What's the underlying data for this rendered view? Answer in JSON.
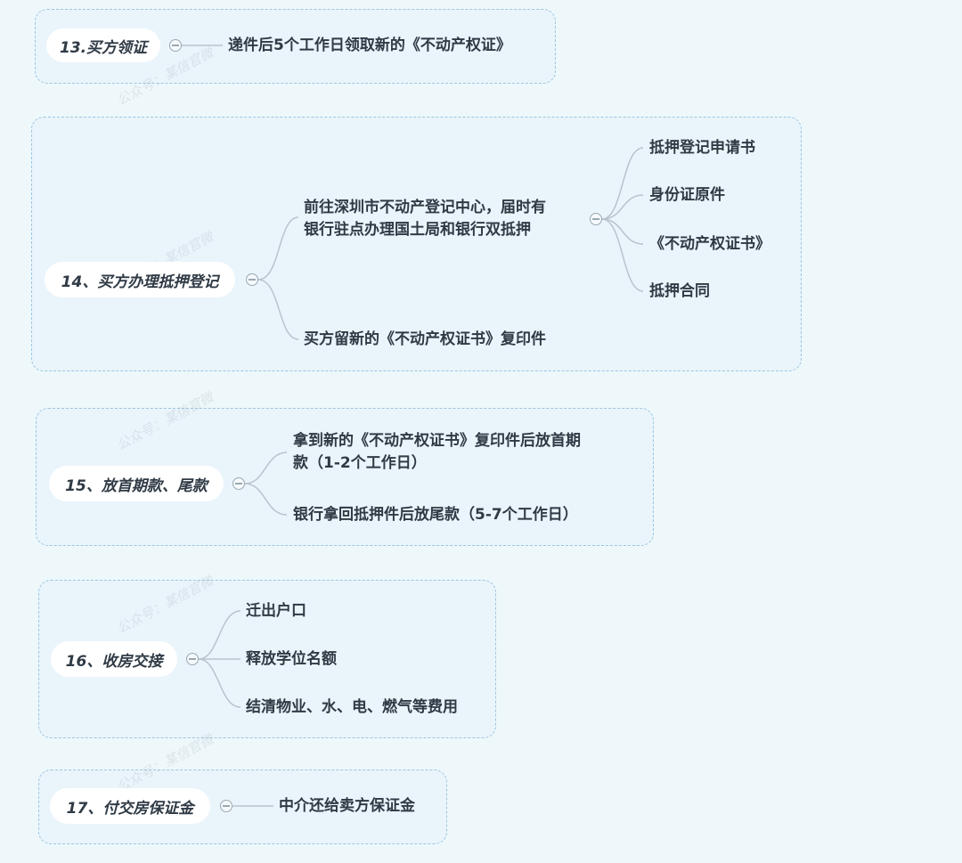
{
  "watermark": "公众号：某信官微",
  "groups": [
    {
      "root": "13.买方领证",
      "children": [
        "递件后5个工作日领取新的《不动产权证》"
      ]
    },
    {
      "root": "14、买方办理抵押登记",
      "children": [
        {
          "lines": [
            "前往深圳市不动产登记中心，届时有",
            "银行驻点办理国土局和银行双抵押"
          ],
          "children": [
            "抵押登记申请书",
            "身份证原件",
            "《不动产权证书》",
            "抵押合同"
          ]
        },
        "买方留新的《不动产权证书》复印件"
      ]
    },
    {
      "root": "15、放首期款、尾款",
      "children": [
        {
          "lines": [
            "拿到新的《不动产权证书》复印件后放首期",
            "款（1-2个工作日）"
          ]
        },
        "银行拿回抵押件后放尾款（5-7个工作日）"
      ]
    },
    {
      "root": "16、收房交接",
      "children": [
        "迁出户口",
        "释放学位名额",
        "结清物业、水、电、燃气等费用"
      ]
    },
    {
      "root": "17、付交房保证金",
      "children": [
        "中介还给卖方保证金"
      ]
    }
  ]
}
